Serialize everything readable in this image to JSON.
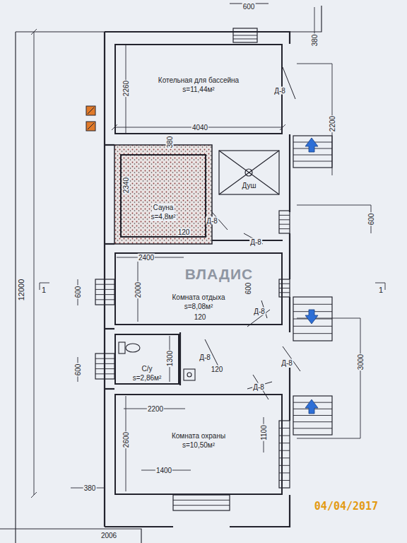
{
  "diagram": {
    "nodes": [
      {
        "text": [
          "Котельная для бассейна",
          "s=11,44м²"
        ]
      },
      {
        "text": [
          "Сауна",
          "s=4,8м²"
        ]
      },
      {
        "text": [
          "Душ"
        ]
      },
      {
        "text": [
          "Комната отдыха",
          "s=8,08м²"
        ]
      },
      {
        "text": [
          "С/у",
          "s=2,86м²"
        ]
      },
      {
        "text": [
          "Комната охраны",
          "s=10,50м²"
        ]
      }
    ],
    "labels": [
      "600",
      "380",
      "2260",
      "4040",
      "Д-8",
      "2200",
      "380",
      "2340",
      "120",
      "Д-8",
      "600",
      "Д-8",
      "2400",
      "2000",
      "600",
      "600",
      "Д-8",
      "1",
      "1",
      "120",
      "Д-8",
      "600",
      "1300",
      "120",
      "Д-8",
      "3000",
      "Д-8",
      "2200",
      "2600",
      "1100",
      "1400",
      "380",
      "2006",
      "12000",
      "ВЛАДИС",
      "04/04/2017"
    ]
  }
}
